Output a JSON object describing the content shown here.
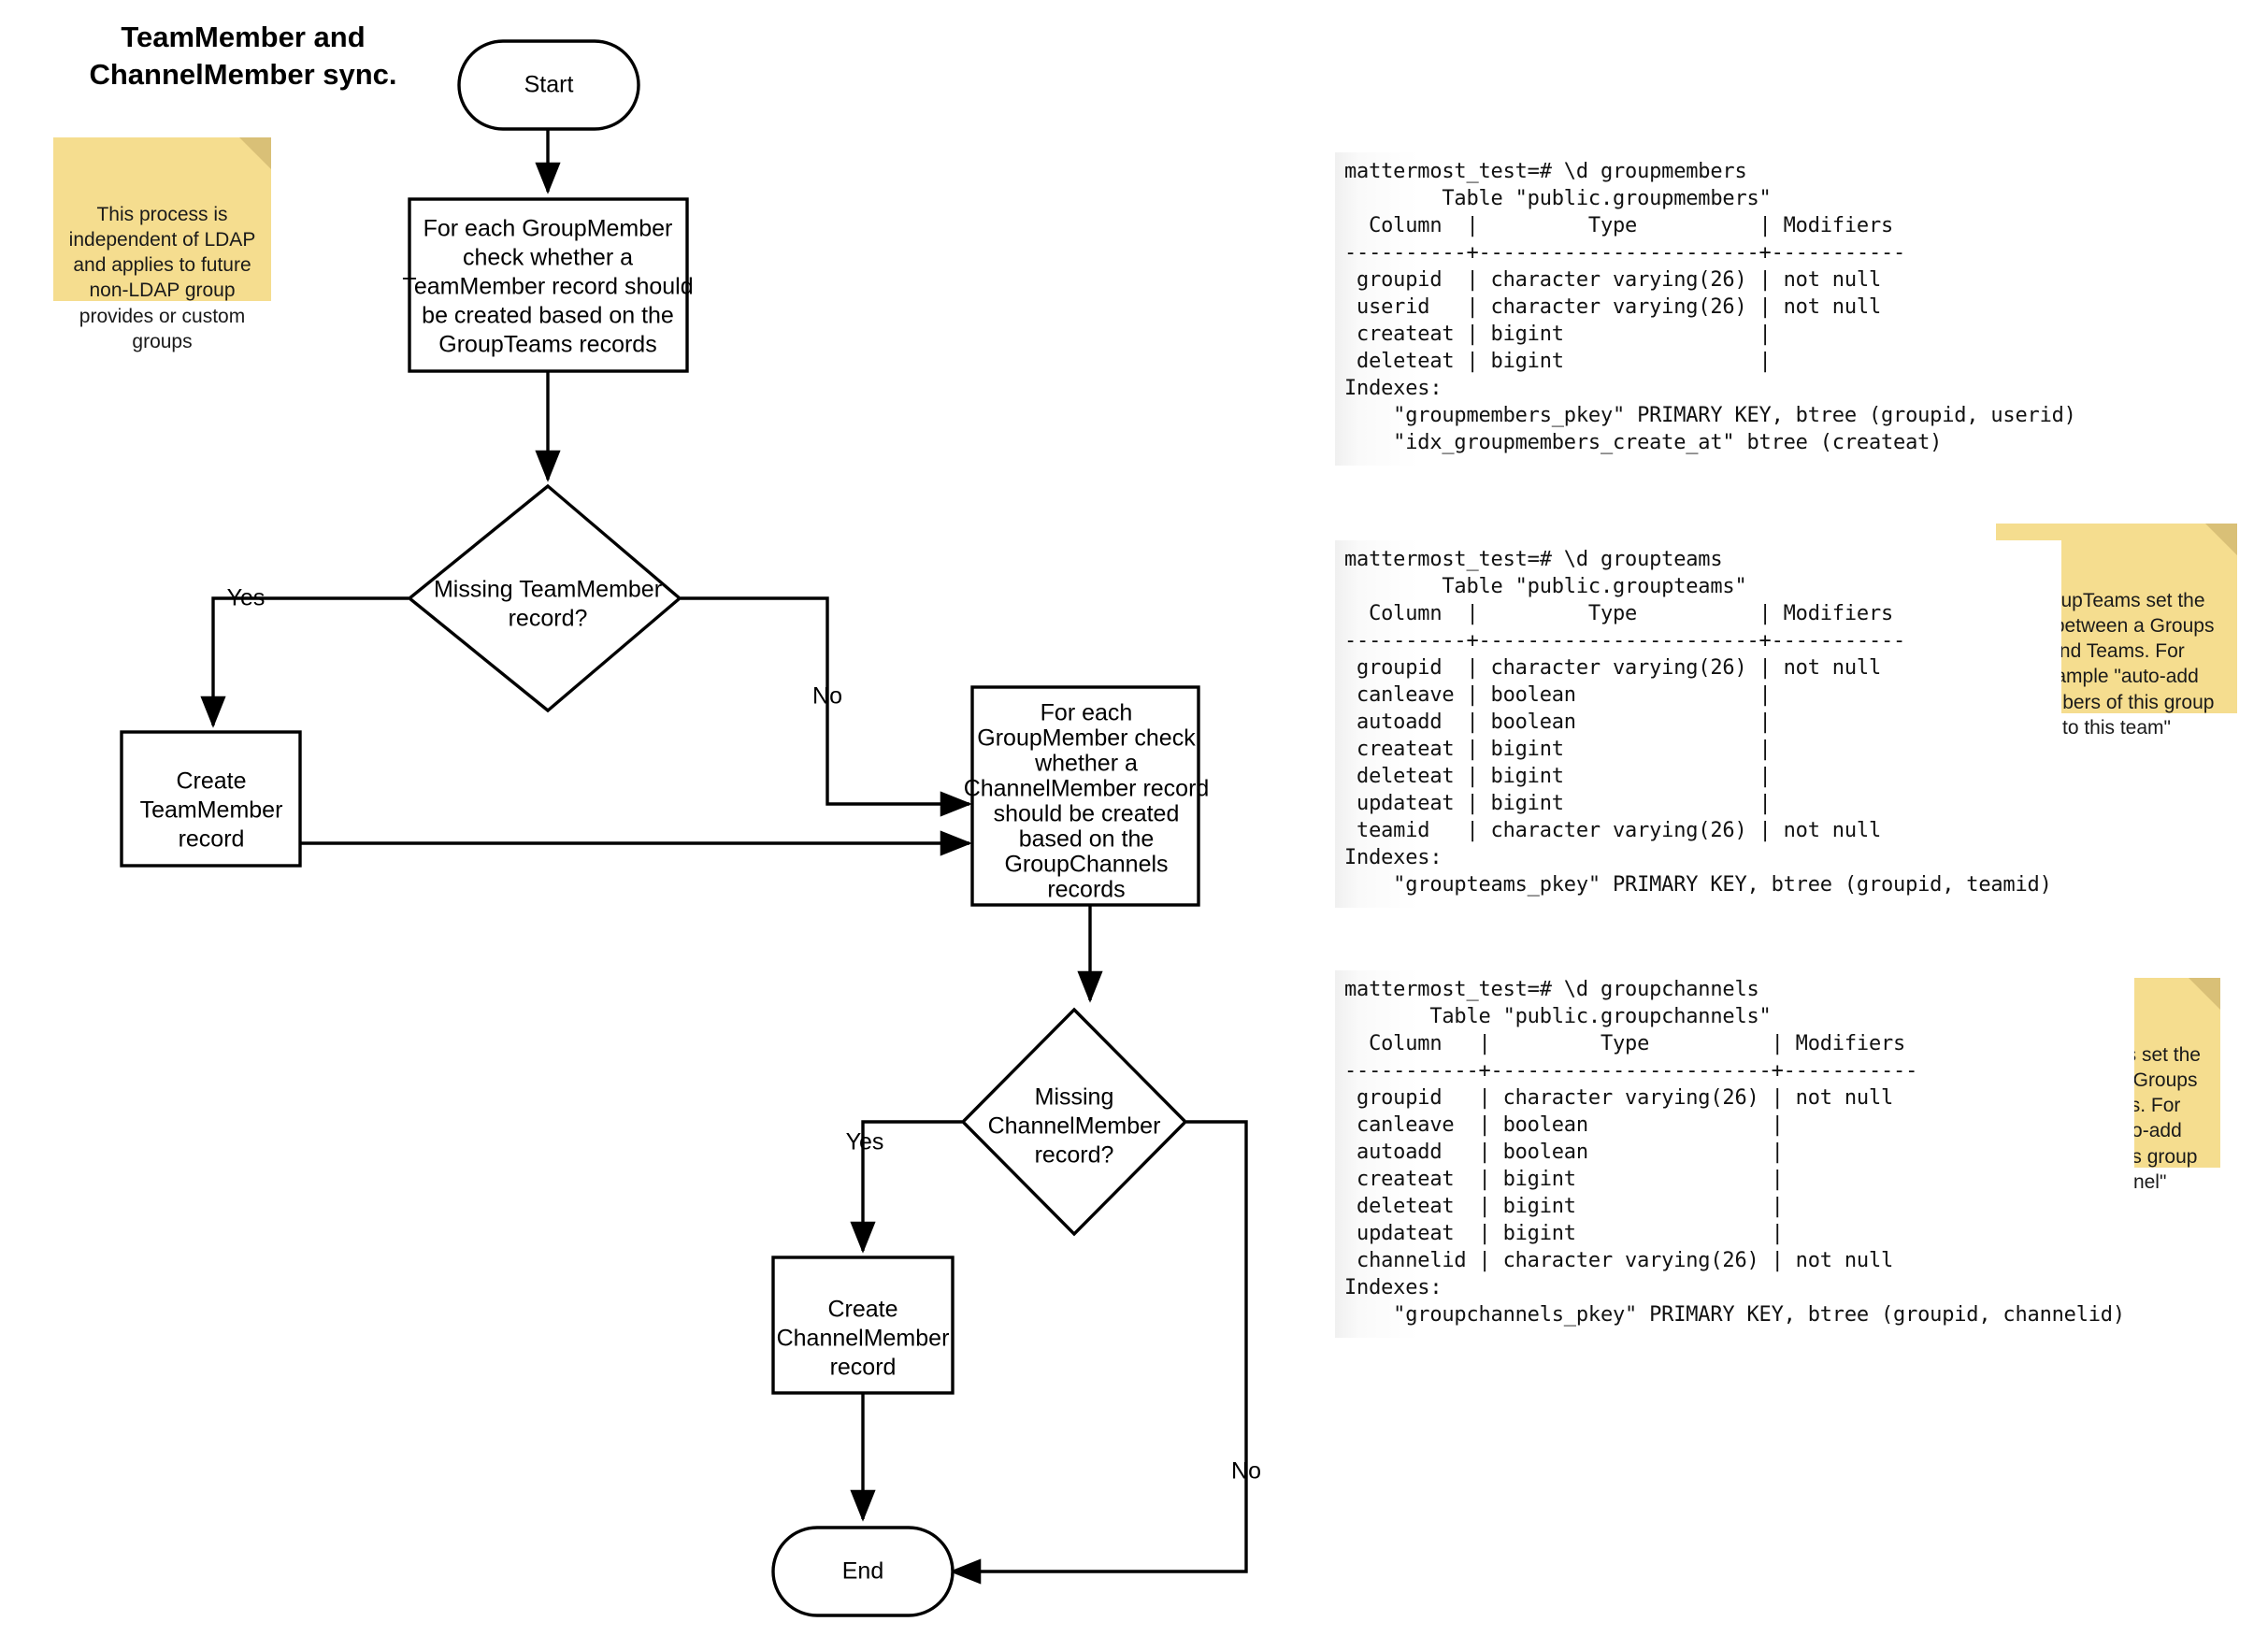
{
  "title": "TeamMember and\nChannelMember sync.",
  "flowchart": {
    "nodes": [
      {
        "id": "start",
        "shape": "terminator",
        "label": "Start"
      },
      {
        "id": "check-teammember",
        "shape": "process",
        "label": "For each GroupMember\ncheck whether a\nTeamMember record should\nbe created based on the\nGroupTeams records"
      },
      {
        "id": "missing-teammember",
        "shape": "decision",
        "label": "Missing TeamMember\nrecord?"
      },
      {
        "id": "create-teammember",
        "shape": "process",
        "label": "Create\nTeamMember\nrecord"
      },
      {
        "id": "check-channelmember",
        "shape": "process",
        "label": "For each\nGroupMember check\nwhether a\nChannelMember record\nshould be created\nbased on the\nGroupChannels\nrecords"
      },
      {
        "id": "missing-channelmember",
        "shape": "decision",
        "label": "Missing\nChannelMember\nrecord?"
      },
      {
        "id": "create-channelmember",
        "shape": "process",
        "label": "Create\nChannelMember\nrecord"
      },
      {
        "id": "end",
        "shape": "terminator",
        "label": "End"
      }
    ],
    "edge_labels": {
      "teammember_yes": "Yes",
      "teammember_no": "No",
      "channelmember_yes": "Yes",
      "channelmember_no": "No"
    }
  },
  "notes": [
    {
      "id": "note-ldap",
      "text": "This process is\nindependent of LDAP\nand applies to future\nnon-LDAP group\nprovides or custom\ngroups"
    },
    {
      "id": "note-groupteams",
      "text": "GroupTeams set the\nlink between a Groups\nand Teams. For\nexample \"auto-add\nmembers of this group\nto this team\""
    },
    {
      "id": "note-groupchannels",
      "text": "GroupChannels set the\nlink between a Groups\nand Channels. For\nexample \"auto-add\nmembers of this group\nto this channel\""
    }
  ],
  "terminals": [
    {
      "id": "groupmembers",
      "prompt": "mattermost_test=# \\d groupmembers",
      "text": "mattermost_test=# \\d groupmembers\n        Table \"public.groupmembers\"\n  Column  |         Type          | Modifiers\n----------+-----------------------+-----------\n groupid  | character varying(26) | not null\n userid   | character varying(26) | not null\n createat | bigint                |\n deleteat | bigint                |\nIndexes:\n    \"groupmembers_pkey\" PRIMARY KEY, btree (groupid, userid)\n    \"idx_groupmembers_create_at\" btree (createat)"
    },
    {
      "id": "groupteams",
      "prompt": "mattermost_test=# \\d groupteams",
      "text": "mattermost_test=# \\d groupteams\n        Table \"public.groupteams\"\n  Column  |         Type          | Modifiers\n----------+-----------------------+-----------\n groupid  | character varying(26) | not null\n canleave | boolean               |\n autoadd  | boolean               |\n createat | bigint                |\n deleteat | bigint                |\n updateat | bigint                |\n teamid   | character varying(26) | not null\nIndexes:\n    \"groupteams_pkey\" PRIMARY KEY, btree (groupid, teamid)"
    },
    {
      "id": "groupchannels",
      "prompt": "mattermost_test=# \\d groupchannels",
      "text": "mattermost_test=# \\d groupchannels\n       Table \"public.groupchannels\"\n  Column   |         Type          | Modifiers\n-----------+-----------------------+-----------\n groupid   | character varying(26) | not null\n canleave  | boolean               |\n autoadd   | boolean               |\n createat  | bigint                |\n deleteat  | bigint                |\n updateat  | bigint                |\n channelid | character varying(26) | not null\nIndexes:\n    \"groupchannels_pkey\" PRIMARY KEY, btree (groupid, channelid)"
    }
  ],
  "colors": {
    "note_bg": "#f5dd8f",
    "note_fold": "#d9c077",
    "stroke": "#000000",
    "shape_fill": "#ffffff"
  }
}
